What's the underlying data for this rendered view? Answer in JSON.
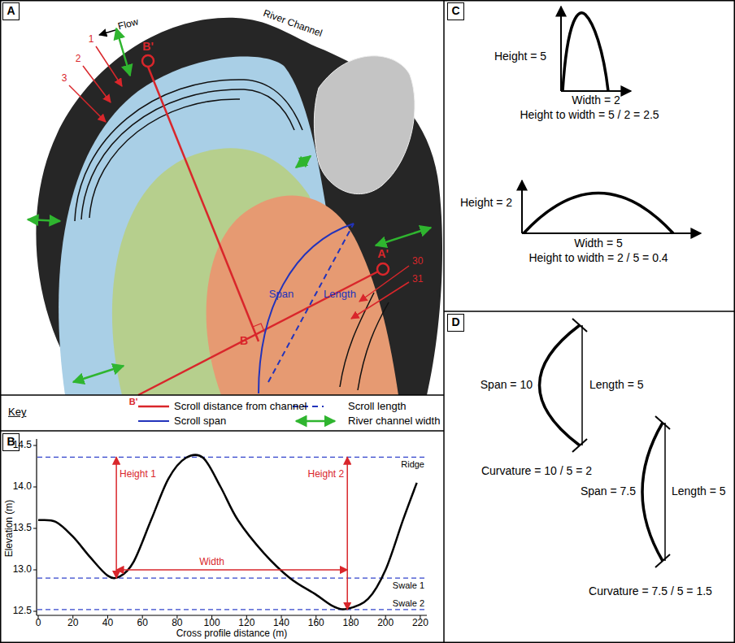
{
  "diagram": {
    "nodes": [
      {
        "text": [
          "A"
        ]
      },
      {
        "text": [
          "B"
        ]
      },
      {
        "text": [
          "C"
        ]
      },
      {
        "text": [
          "D"
        ]
      }
    ],
    "labels": [
      "Flow",
      "River Channel",
      "B'",
      "1",
      "2",
      "3",
      "Span",
      "Length",
      "30",
      "31",
      "B",
      "A'",
      "Key",
      "B'",
      "14.5",
      "14.0",
      "13.5",
      "13.0",
      "12.5",
      "0",
      "20",
      "40",
      "60",
      "80",
      "100",
      "120",
      "140",
      "160",
      "180",
      "200",
      "220",
      "Elevation (m)",
      "Cross profile distance (m)",
      "Height 1",
      "Width",
      "Height 2",
      "Ridge",
      "Swale 1",
      "Swale 2",
      "Height = 5",
      "Width = 2",
      "Height to width = 5 / 2 = 2.5",
      "Height = 2",
      "Width = 5",
      "Height to width = 2 / 5 = 0.4",
      "Span = 10",
      "Length = 5",
      "Curvature = 10 / 5 = 2",
      "Span = 7.5",
      "Length = 5",
      "Curvature = 7.5 / 5 = 1.5"
    ],
    "legend": [
      {
        "text": "Scroll distance from channel"
      },
      {
        "text": "Scroll length"
      },
      {
        "text": "Scroll span"
      },
      {
        "text": "River channel width"
      }
    ]
  }
}
